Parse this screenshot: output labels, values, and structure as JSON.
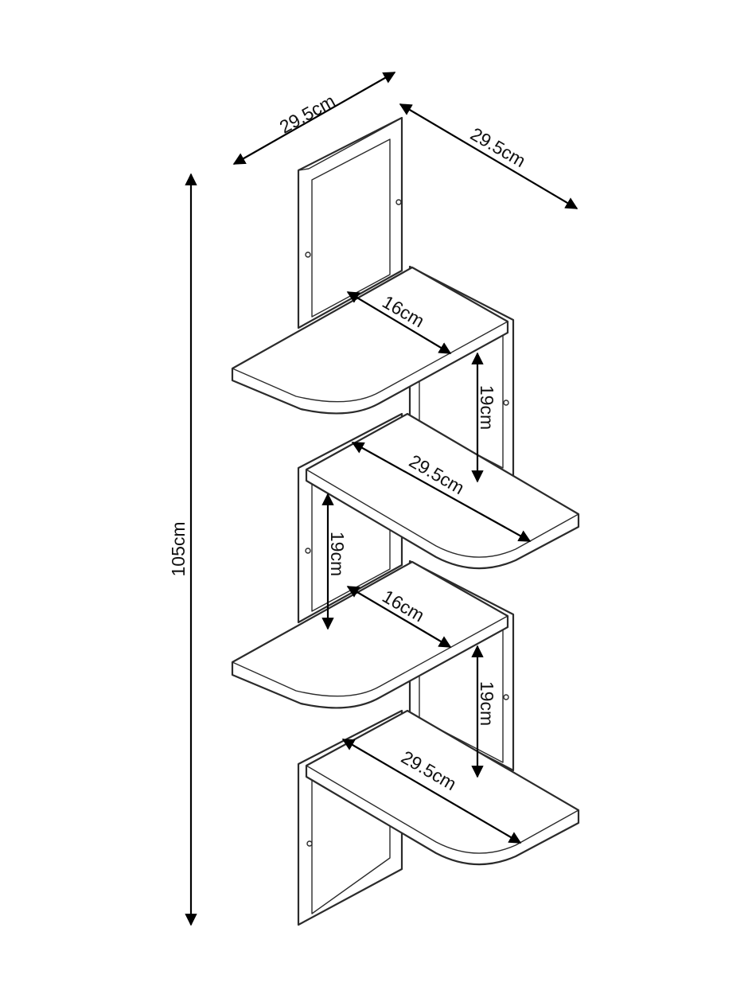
{
  "dimensions": {
    "top_width_left": "29.5cm",
    "top_width_right": "29.5cm",
    "total_height": "105cm",
    "shelf1_depth": "16cm",
    "shelf1_gap": "19cm",
    "shelf2_width": "29.5cm",
    "shelf2_gap": "19cm",
    "shelf3_depth": "16cm",
    "shelf3_gap": "19cm",
    "shelf4_width": "29.5cm"
  },
  "colors": {
    "line": "#2b2b2b",
    "arrow": "#000000",
    "background": "#ffffff"
  }
}
